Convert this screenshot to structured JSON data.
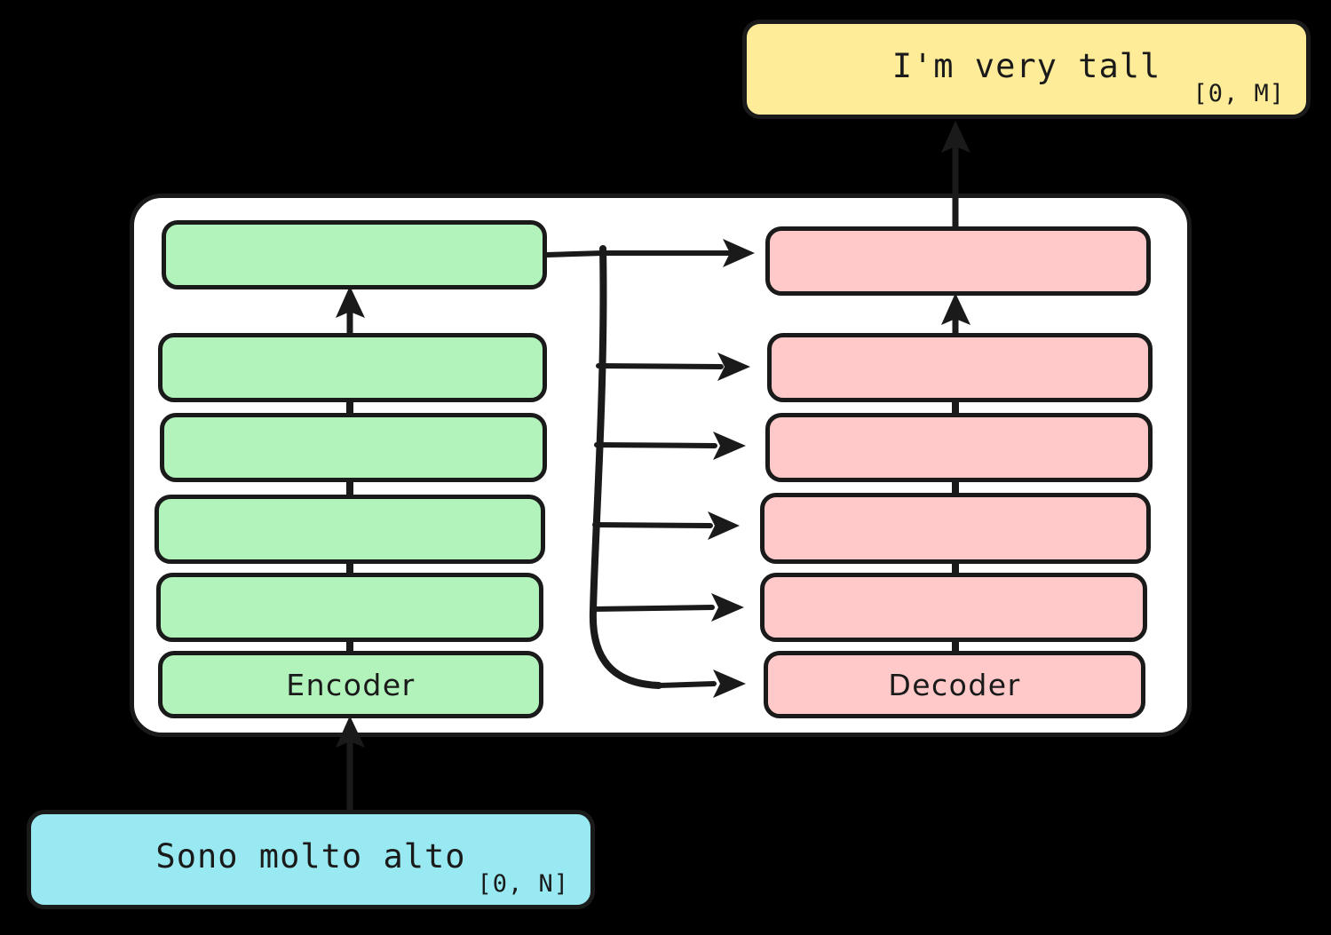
{
  "diagram": {
    "title": "Encoder-Decoder stack translation diagram",
    "colors": {
      "encoder_fill": "#b2f2bb",
      "decoder_fill": "#ffc9c9",
      "input_fill": "#99e9f2",
      "output_fill": "#ffec99",
      "stroke": "#1a1a1a",
      "panel_fill": "#ffffff",
      "background": "#000000"
    }
  },
  "input_box": {
    "text": "Sono molto alto",
    "range": "[0, N]"
  },
  "output_box": {
    "text": "I'm very tall",
    "range": "[0, M]"
  },
  "encoder_stack": {
    "label": "Encoder",
    "layers": [
      {
        "label": ""
      },
      {
        "label": ""
      },
      {
        "label": ""
      },
      {
        "label": ""
      },
      {
        "label": ""
      },
      {
        "label": "Encoder"
      }
    ]
  },
  "decoder_stack": {
    "label": "Decoder",
    "layers": [
      {
        "label": ""
      },
      {
        "label": ""
      },
      {
        "label": ""
      },
      {
        "label": ""
      },
      {
        "label": ""
      },
      {
        "label": "Decoder"
      }
    ]
  },
  "connections": {
    "input_to_encoder": "arrow-up",
    "encoder_internal": "arrow-up",
    "decoder_internal": "arrow-up",
    "encoder_to_decoder": "fan-out-arrows",
    "decoder_to_output": "arrow-up",
    "cross_attention_count": 6
  }
}
